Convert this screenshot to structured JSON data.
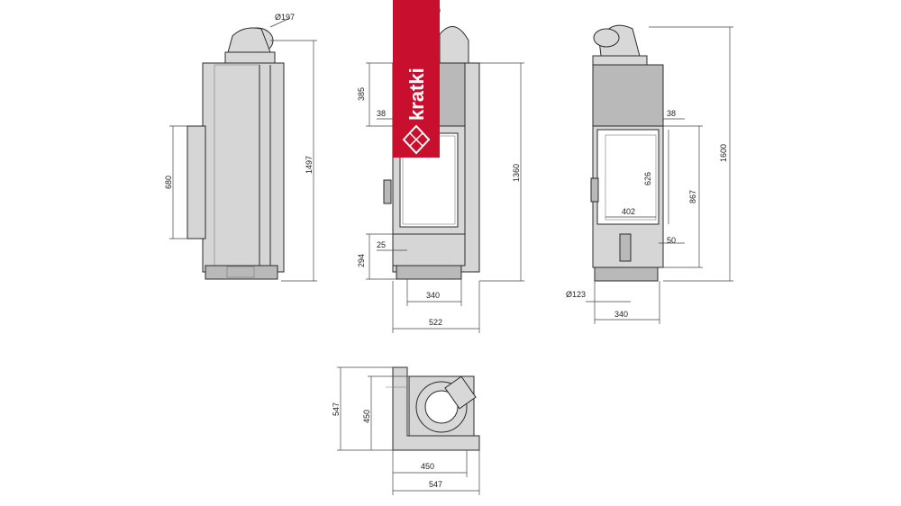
{
  "brand": {
    "name": "kratki",
    "color": "#c8102e"
  },
  "dimensions": {
    "side_flue_diameter": "Ø197",
    "side_front_height": "680",
    "side_total_height": "1497",
    "front_top_partial": "9",
    "front_upper_panel": "385",
    "front_left_frame": "38",
    "front_bottom_gap": "25",
    "front_base_height": "294",
    "front_width_inner": "340",
    "front_total_width": "522",
    "front_total_height": "1360",
    "right_frame": "38",
    "right_glass_height": "626",
    "right_glass_width": "402",
    "right_opening_height": "867",
    "right_bottom_offset": "50",
    "right_total_height": "1600",
    "right_air_inlet": "Ø123",
    "right_width_inner": "340",
    "top_depth_total": "547",
    "top_depth_inner": "450",
    "top_width_inner": "450",
    "top_width_total": "547"
  },
  "colors": {
    "accent": "#c8102e",
    "line": "#2b2b2b",
    "body": "#d6d6d6"
  }
}
